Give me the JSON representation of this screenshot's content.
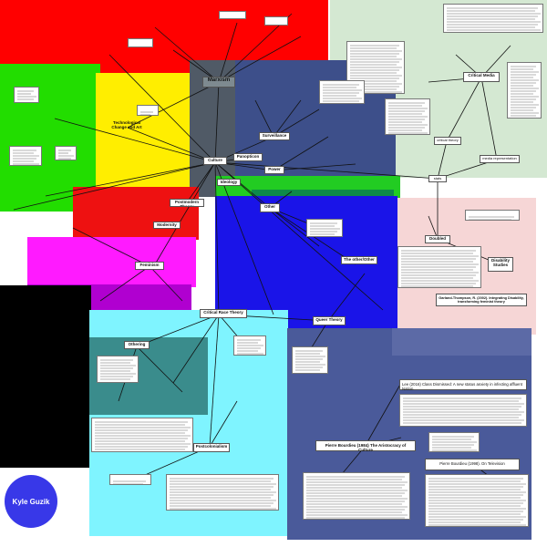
{
  "author": "Kyle Guzik",
  "colors": {
    "red": "#ff0000",
    "green": "#22dd00",
    "yellow": "#ffee00",
    "slate": "#505a66",
    "steelblue": "#3d4f8a",
    "mint": "#d4e8d2",
    "blue": "#1a14e8",
    "teal": "#0e8a4a",
    "pink": "#f6d6d6",
    "magenta": "#ff1aff",
    "purple": "#b000d0",
    "black": "#000000",
    "cyan": "#7ff4ff",
    "tealgrey": "#3a8c8c",
    "navy": "#4a5a9a",
    "accent_circle": "#3838e8"
  },
  "nodes": {
    "marxism": "Marxism",
    "critical_media": "Critical Media",
    "technological": "Technological Change and Art",
    "surveillance": "Surveillance",
    "culture": "Culture",
    "panopticon": "Panopticon",
    "power": "Power",
    "ideology": "Ideology",
    "postmodern": "Postmodern Theory",
    "modernity": "Modernity",
    "other": "Other",
    "the_other": "The other/Other",
    "feminism": "Feminism",
    "disability": "Disability Studies",
    "crt": "Critical Race Theory",
    "queer": "Queer Theory",
    "othering": "Othering",
    "postcolonialism": "Postcolonialism",
    "critical_theory": "critical theory",
    "media_rep": "media representation",
    "stats": "stats",
    "doubled": "Doubled",
    "bourdieu_1984": "Pierre Bourdieu (1984) The Aristocracy of Culture",
    "bourdieu_1998": "Pierre Bourdieu (1998). On Television",
    "lee_2016": "Lee (2016) Class Dismissed: A new status anxiety in infecting affluent Nation",
    "garland": "Garland-Thompson, R. (2002). Integrating Disability, transforming feminist theory"
  }
}
